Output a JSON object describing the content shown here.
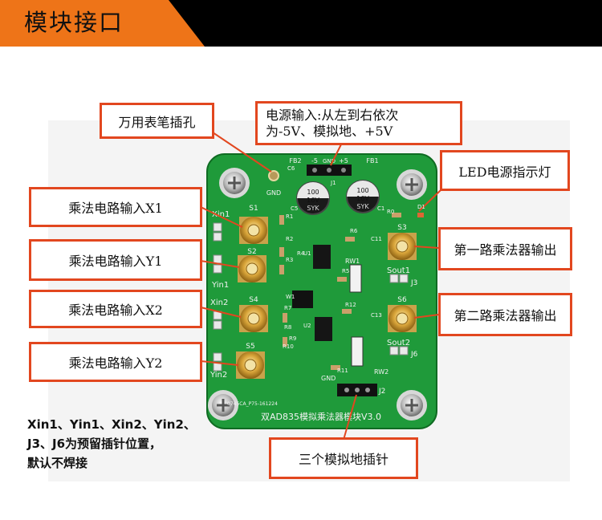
{
  "header": {
    "title": "模块接口"
  },
  "callouts": {
    "meter_hole": "万用表笔插孔",
    "power_in_line1": "电源输入:从左到右依次",
    "power_in_line2": "为-5V、模拟地、+5V",
    "led": "LED电源指示灯",
    "x1": "乘法电路输入X1",
    "y1": "乘法电路输入Y1",
    "x2": "乘法电路输入X2",
    "y2": "乘法电路输入Y2",
    "out1": "第一路乘法器输出",
    "out2": "第二路乘法器输出",
    "gnd_pins": "三个模拟地插针"
  },
  "note": {
    "line1": "Xin1、Yin1、Xin2、Yin2、",
    "line2": "J3、J6为预留插针位置，",
    "line3": "默认不焊接"
  },
  "board": {
    "silkscreen_title": "双AD835模拟乘法器模块V3.0",
    "serial": "0745CA_P75-161224",
    "gnd_label": "GND",
    "power_labels": [
      "-5",
      "GND",
      "+5"
    ],
    "fb_labels": [
      "FB2",
      "FB1"
    ],
    "cap_text": [
      "100",
      "16V",
      "SYK"
    ],
    "connector_labels": [
      "S1",
      "S2",
      "S4",
      "S5",
      "S3",
      "S6"
    ],
    "input_labels": [
      "Xin1",
      "Yin1",
      "Xin2",
      "Yin2"
    ],
    "output_labels": [
      "Sout1",
      "Sout2"
    ],
    "jumper_labels": [
      "J3",
      "J6",
      "J2"
    ],
    "pot_labels": [
      "RW1",
      "RW2"
    ],
    "ref_labels": [
      "C6",
      "C5",
      "C1",
      "J1",
      "R0",
      "D1",
      "R1",
      "R2",
      "R3",
      "R4",
      "R6",
      "R5",
      "R7",
      "R8",
      "R9",
      "R10",
      "R11",
      "R12",
      "C11",
      "C13",
      "U1",
      "U2",
      "W1",
      "GND"
    ]
  },
  "colors": {
    "accent": "#ee7418",
    "callout_border": "#e2471f",
    "pcb": "#1f9a3a"
  }
}
